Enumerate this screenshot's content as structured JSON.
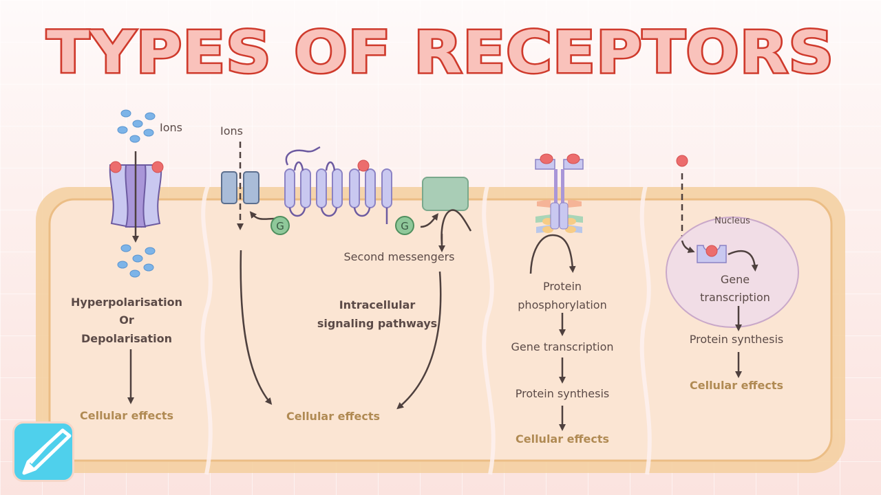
{
  "title": "TYPES OF RECEPTORS",
  "colors": {
    "title_fill": "#f9c2bb",
    "title_stroke": "#cf3a2c",
    "cell_fill": "#fbe3d2",
    "membrane": "#f0c48e",
    "ligand": "#ec6d6d",
    "ion": "#7db4e8",
    "g_protein": "#8fc89a",
    "receptor": "#c9c8f0",
    "effect_text": "#b08a53",
    "logo": "#4fd0ec"
  },
  "panels": [
    {
      "name": "ligand-gated-ion-channel",
      "labels": {
        "ions": "Ions",
        "outcome_line1": "Hyperpolarisation",
        "outcome_line2": "Or",
        "outcome_line3": "Depolarisation",
        "effect": "Cellular effects"
      }
    },
    {
      "name": "g-protein-coupled-receptor",
      "labels": {
        "ions": "Ions",
        "g_left": "G",
        "g_right": "G",
        "second_messengers": "Second messengers",
        "pathways_line1": "Intracellular",
        "pathways_line2": "signaling pathways",
        "effect": "Cellular effects"
      }
    },
    {
      "name": "enzyme-linked-receptor",
      "labels": {
        "step1_line1": "Protein",
        "step1_line2": "phosphorylation",
        "step2": "Gene transcription",
        "step3": "Protein synthesis",
        "effect": "Cellular effects"
      }
    },
    {
      "name": "nuclear-receptor",
      "labels": {
        "nucleus": "Nucleus",
        "step1_line1": "Gene",
        "step1_line2": "transcription",
        "step2": "Protein synthesis",
        "effect": "Cellular effects"
      }
    }
  ],
  "logo": {
    "icon": "pencil-icon"
  }
}
